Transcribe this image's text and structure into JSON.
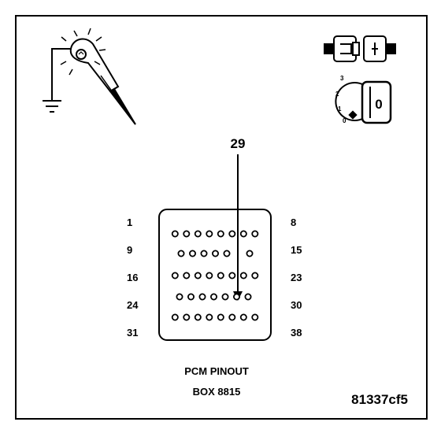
{
  "diagram": {
    "pin_pointer_label": "29",
    "row_labels_left": [
      "1",
      "9",
      "16",
      "24",
      "31"
    ],
    "row_labels_right": [
      "8",
      "15",
      "23",
      "30",
      "38"
    ],
    "row_pin_counts": [
      8,
      6,
      8,
      7,
      8
    ],
    "caption_line1": "PCM PINOUT",
    "caption_line2": "BOX 8815",
    "figure_code": "81337cf5",
    "ignition_positions": [
      "3",
      "2",
      "1",
      "0"
    ],
    "ignition_key_label": "0"
  },
  "icons": {
    "test_probe": "test-probe-to-ground-icon",
    "connector": "connector-disconnected-icon",
    "ignition": "ignition-switch-off-icon"
  }
}
